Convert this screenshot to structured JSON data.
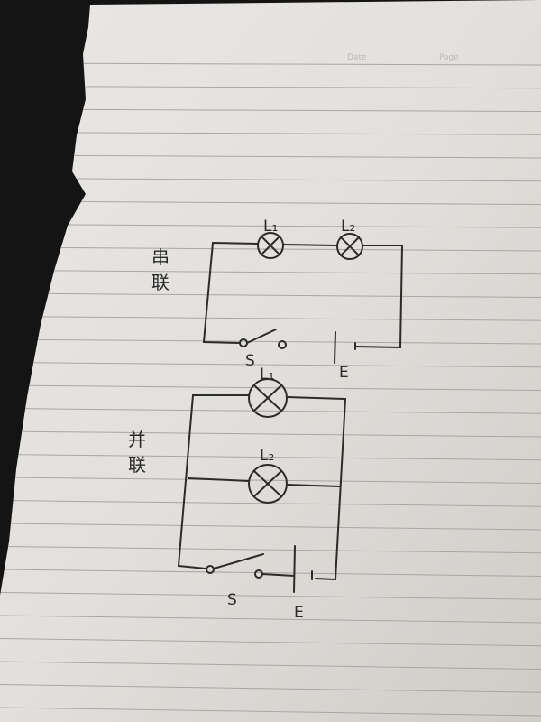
{
  "header": {
    "date_label": "Date",
    "page_label": "Page"
  },
  "series_circuit": {
    "title_chars": [
      "串",
      "联"
    ],
    "lamp1_label": "L₁",
    "lamp2_label": "L₂",
    "switch_label": "S",
    "battery_label": "E"
  },
  "parallel_circuit": {
    "title_chars": [
      "并",
      "联"
    ],
    "lamp1_label": "L₁",
    "lamp2_label": "L₂",
    "switch_label": "S",
    "battery_label": "E"
  },
  "colors": {
    "background": "#141414",
    "paper": "#e4e1de",
    "ink": "#2b2b2b"
  }
}
